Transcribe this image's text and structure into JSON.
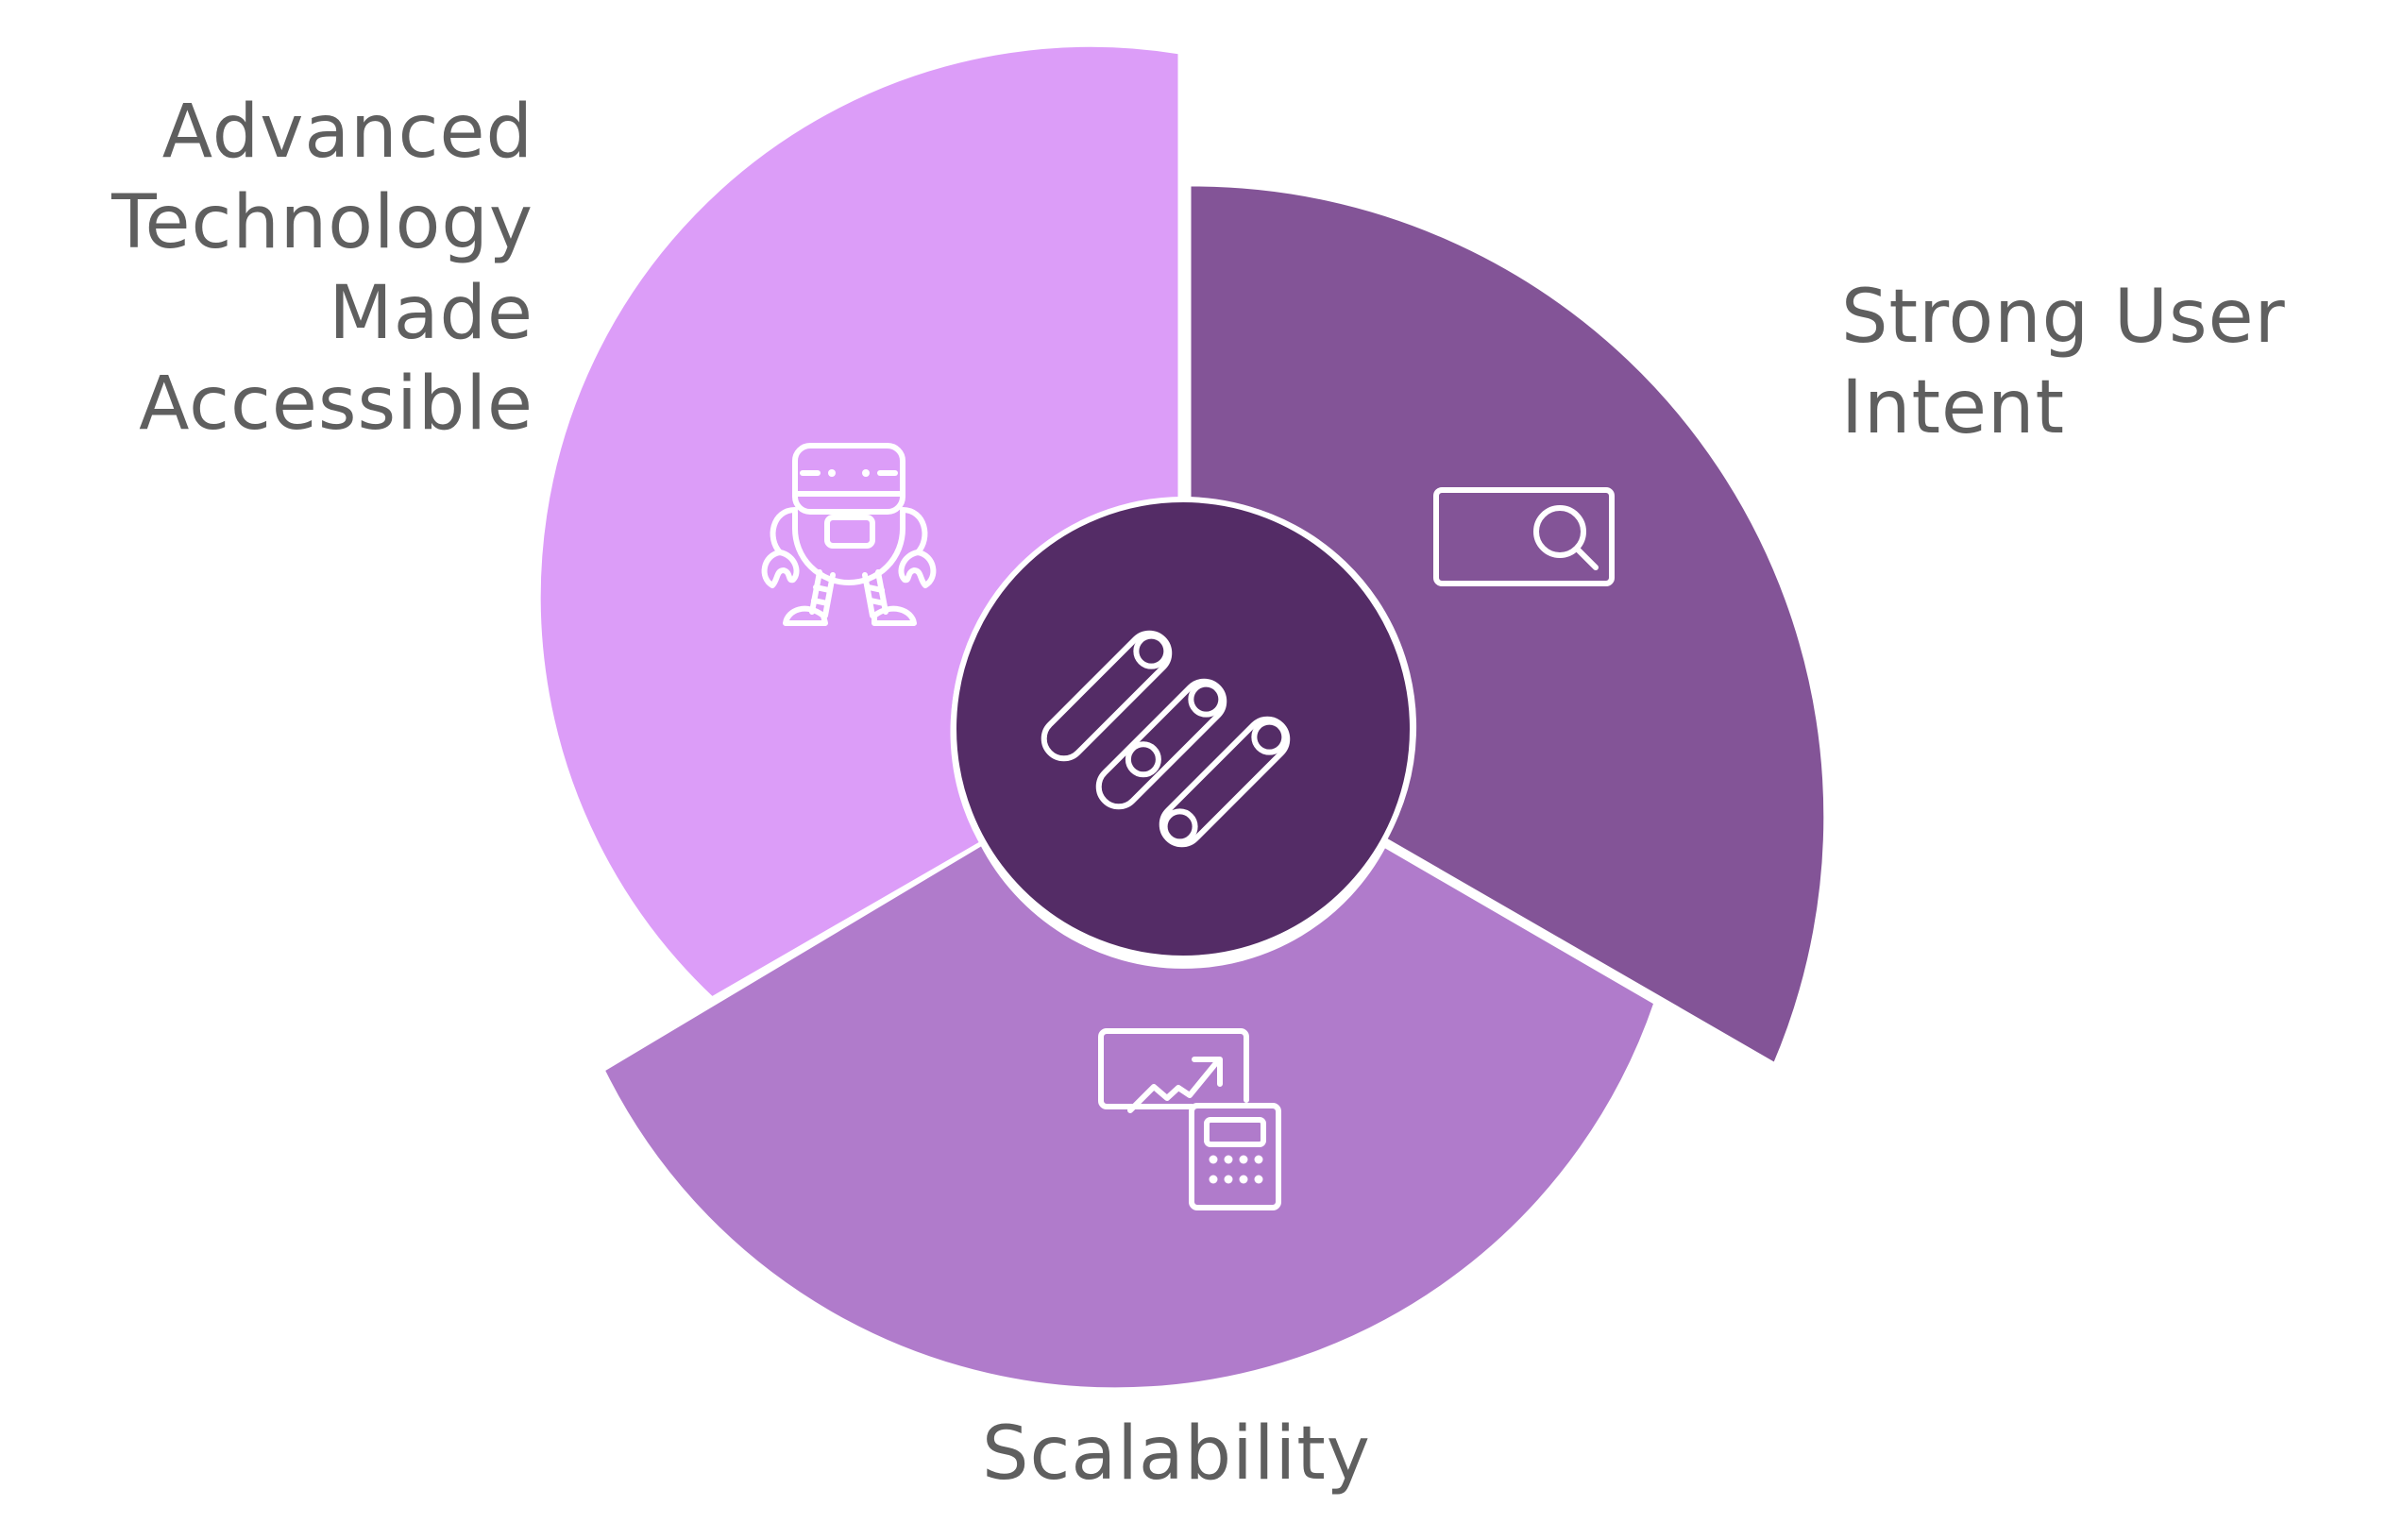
{
  "segments": [
    {
      "id": "advanced-technology",
      "label_lines": [
        "Advanced",
        "Technology",
        "Made",
        "Accessible"
      ],
      "color": "#dc9df8",
      "icon": "robot-icon"
    },
    {
      "id": "strong-user-intent",
      "label_lines": [
        "Strong User",
        "Intent"
      ],
      "color": "#835497",
      "icon": "search-bar-icon"
    },
    {
      "id": "scalability",
      "label_lines": [
        "Scalability"
      ],
      "color": "#b07bcb",
      "icon": "growth-chart-calculator-icon"
    }
  ],
  "center": {
    "color": "#542c66",
    "icon": "bandage-strips-icon"
  },
  "colors": {
    "label_text": "#5f5f5f",
    "separator": "#ffffff"
  }
}
